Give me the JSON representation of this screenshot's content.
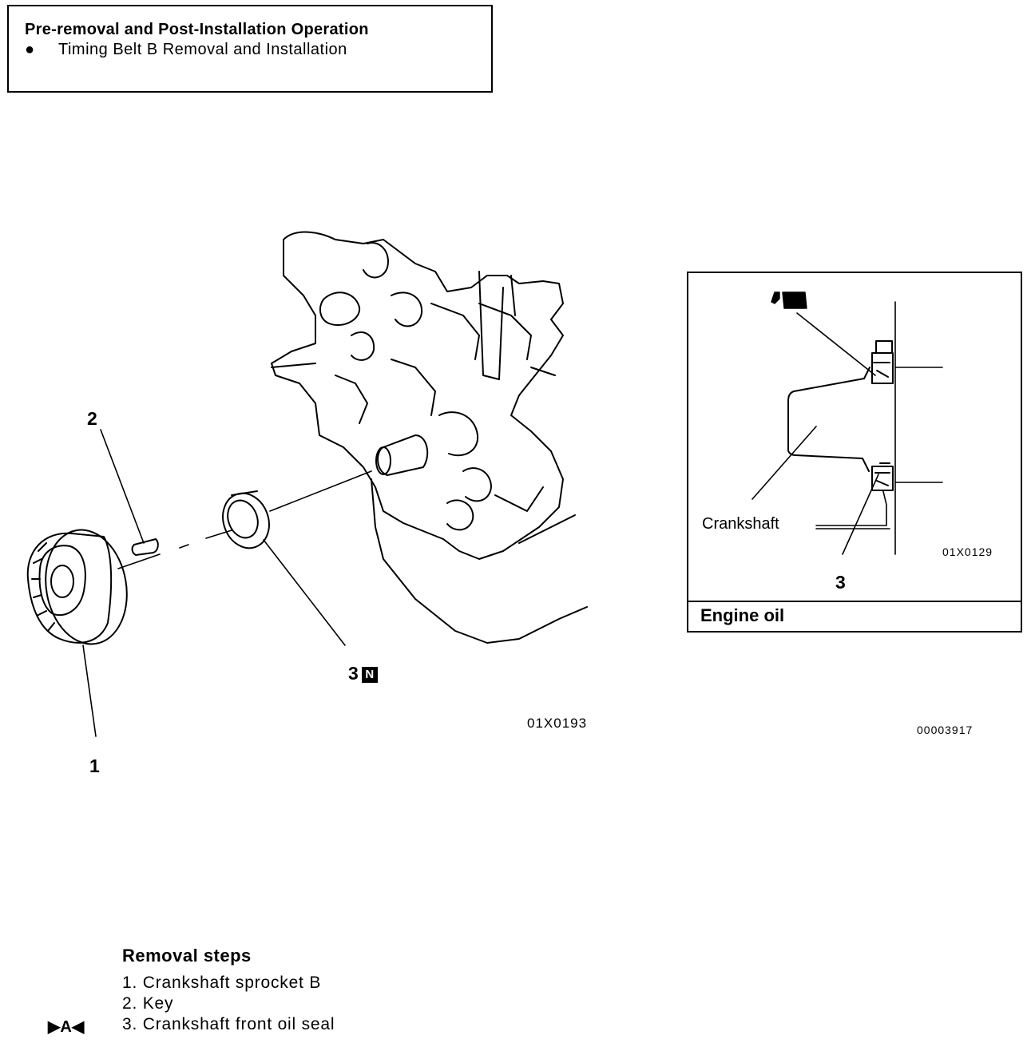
{
  "pre_box": {
    "title": "Pre-removal and Post-Installation Operation",
    "bullet": "●",
    "item": "Timing Belt B Removal and Installation"
  },
  "main_diagram": {
    "callout_1": "1",
    "callout_2": "2",
    "callout_3": "3",
    "badge_n": "N",
    "figure_code": "01X0193"
  },
  "inset": {
    "crankshaft_label": "Crankshaft",
    "callout_3": "3",
    "figure_code": "01X0129",
    "engine_oil": "Engine oil"
  },
  "page_code": "00003917",
  "removal_steps": {
    "title": "Removal steps",
    "mark": "▶A◀",
    "items": [
      "1. Crankshaft sprocket B",
      "2. Key",
      "3. Crankshaft front oil seal"
    ]
  }
}
